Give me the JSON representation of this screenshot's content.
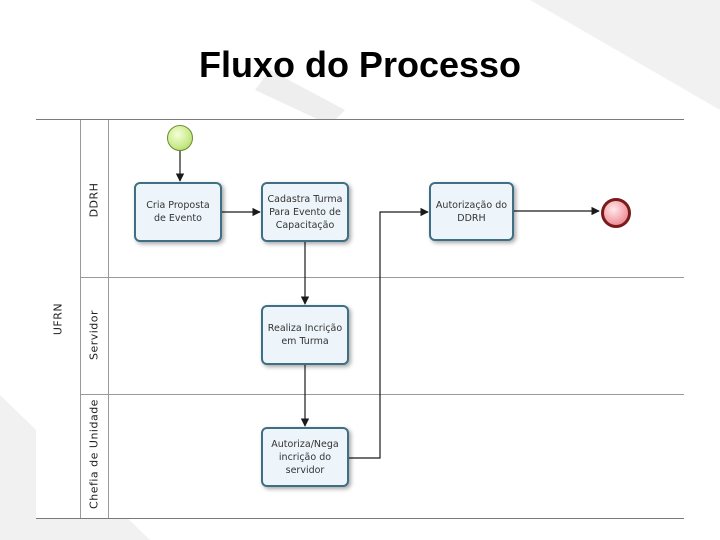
{
  "title": "Fluxo do Processo",
  "pool": {
    "label": "UFRN"
  },
  "lanes": [
    {
      "label": "DDRH"
    },
    {
      "label": "Servidor"
    },
    {
      "label": "Chefia de Unidade"
    }
  ],
  "tasks": {
    "criar_proposta": "Cria Proposta\nde Evento",
    "cadastra_turma": "Cadastra Turma\nPara Evento de\nCapacitação",
    "autorizacao_ddrh": "Autorização do\nDDRH",
    "realiza_inscricao": "Realiza Incrição\nem Turma",
    "autoriza_nega": "Autoriza/Nega\nincrição do\nservidor"
  },
  "colors": {
    "task_border": "#3f6f84",
    "task_fill": "#eef5fa",
    "start_event": "#c9e98a",
    "end_event": "#f3a0a8",
    "flow": "#1a1a1a"
  }
}
